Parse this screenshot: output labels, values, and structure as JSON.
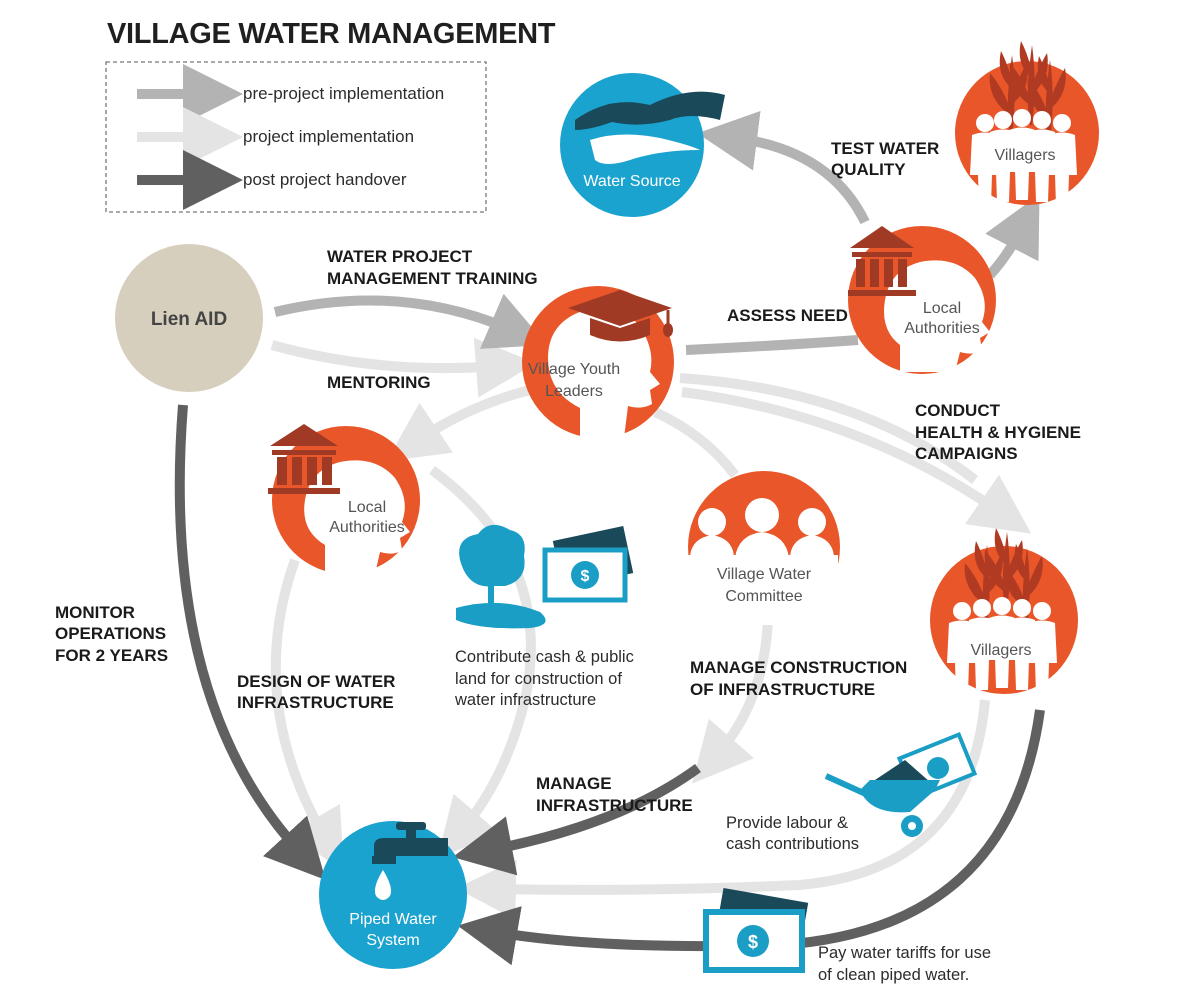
{
  "title": "VILLAGE WATER MANAGEMENT",
  "legend": [
    {
      "label": "pre-project implementation",
      "color": "#b3b3b3"
    },
    {
      "label": "project implementation",
      "color": "#e6e6e6"
    },
    {
      "label": "post project handover",
      "color": "#606060"
    }
  ],
  "colors": {
    "orange": "#e8562a",
    "dark_red": "#a03a25",
    "blue": "#1ba3cf",
    "teal": "#1a9ec5",
    "beige": "#d7cfbd"
  },
  "nodes": {
    "lien_aid": "Lien AID",
    "water_source": "Water Source",
    "villagers_top": "Villagers",
    "local_auth_top": [
      "Local",
      "Authorities"
    ],
    "youth_leaders": [
      "Village Youth",
      "Leaders"
    ],
    "local_auth_left": [
      "Local",
      "Authorities"
    ],
    "committee": [
      "Village Water",
      "Committee"
    ],
    "villagers_mid": "Villagers",
    "piped_water": [
      "Piped Water",
      "System"
    ]
  },
  "labels": {
    "training": [
      "WATER PROJECT",
      "MANAGEMENT TRAINING"
    ],
    "mentoring": "MENTORING",
    "test_water": [
      "TEST WATER",
      "QUALITY"
    ],
    "assess_need": "ASSESS NEED",
    "health": [
      "CONDUCT",
      "HEALTH & HYGIENE",
      "CAMPAIGNS"
    ],
    "monitor": [
      "MONITOR",
      "OPERATIONS",
      "FOR 2 YEARS"
    ],
    "design": [
      "DESIGN OF WATER",
      "INFRASTRUCTURE"
    ],
    "manage_construction": [
      "MANAGE CONSTRUCTION",
      "OF INFRASTRUCTURE"
    ],
    "manage_infra": [
      "MANAGE",
      "INFRASTRUCTURE"
    ]
  },
  "notes": {
    "contribute": [
      "Contribute cash & public",
      "land for construction of",
      "water infrastructure"
    ],
    "labour": [
      "Provide labour &",
      "cash contributions"
    ],
    "tariffs": [
      "Pay water tariffs for use",
      "of clean piped water."
    ]
  }
}
